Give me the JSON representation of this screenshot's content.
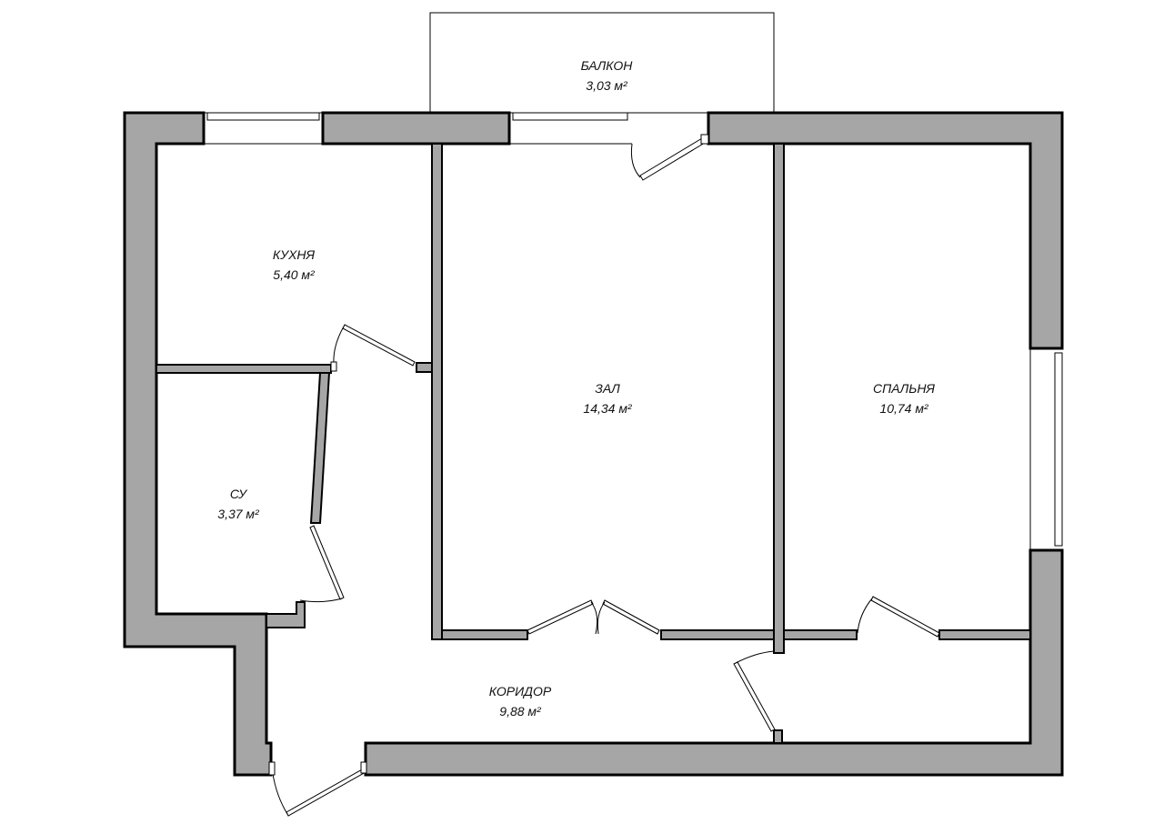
{
  "rooms": {
    "balcony": {
      "name": "БАЛКОН",
      "area": "3,03 м²"
    },
    "kitchen": {
      "name": "КУХНЯ",
      "area": "5,40 м²"
    },
    "hall": {
      "name": "ЗАЛ",
      "area": "14,34 м²"
    },
    "bedroom": {
      "name": "СПАЛЬНЯ",
      "area": "10,74 м²"
    },
    "bathroom": {
      "name": "СУ",
      "area": "3,37 м²"
    },
    "corridor": {
      "name": "КОРИДОР",
      "area": "9,88 м²"
    }
  },
  "colors": {
    "wall": "#a6a6a6",
    "outline": "#000000"
  }
}
